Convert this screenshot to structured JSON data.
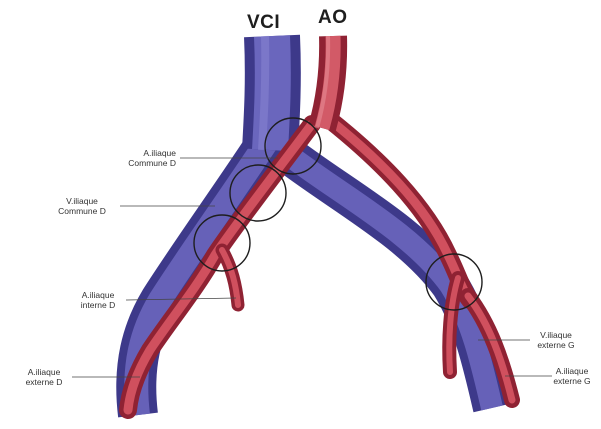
{
  "titles": {
    "vein": "VCI",
    "aorta": "AO"
  },
  "labels": {
    "a_iliaque_commune_d": {
      "l1": "A.iliaque",
      "l2": "Commune D"
    },
    "v_iliaque_commune_d": {
      "l1": "V.iliaque",
      "l2": "Commune D"
    },
    "a_iliaque_interne_d": {
      "l1": "A.iliaque",
      "l2": "interne D"
    },
    "a_iliaque_externe_d": {
      "l1": "A.iliaque",
      "l2": "externe D"
    },
    "v_iliaque_externe_g": {
      "l1": "V.iliaque",
      "l2": "externe G"
    },
    "a_iliaque_externe_g": {
      "l1": "A.iliaque",
      "l2": "externe G"
    }
  },
  "colors": {
    "vein": "#5a55a8",
    "artery": "#c2404f",
    "circle": "#1e1e1e"
  }
}
